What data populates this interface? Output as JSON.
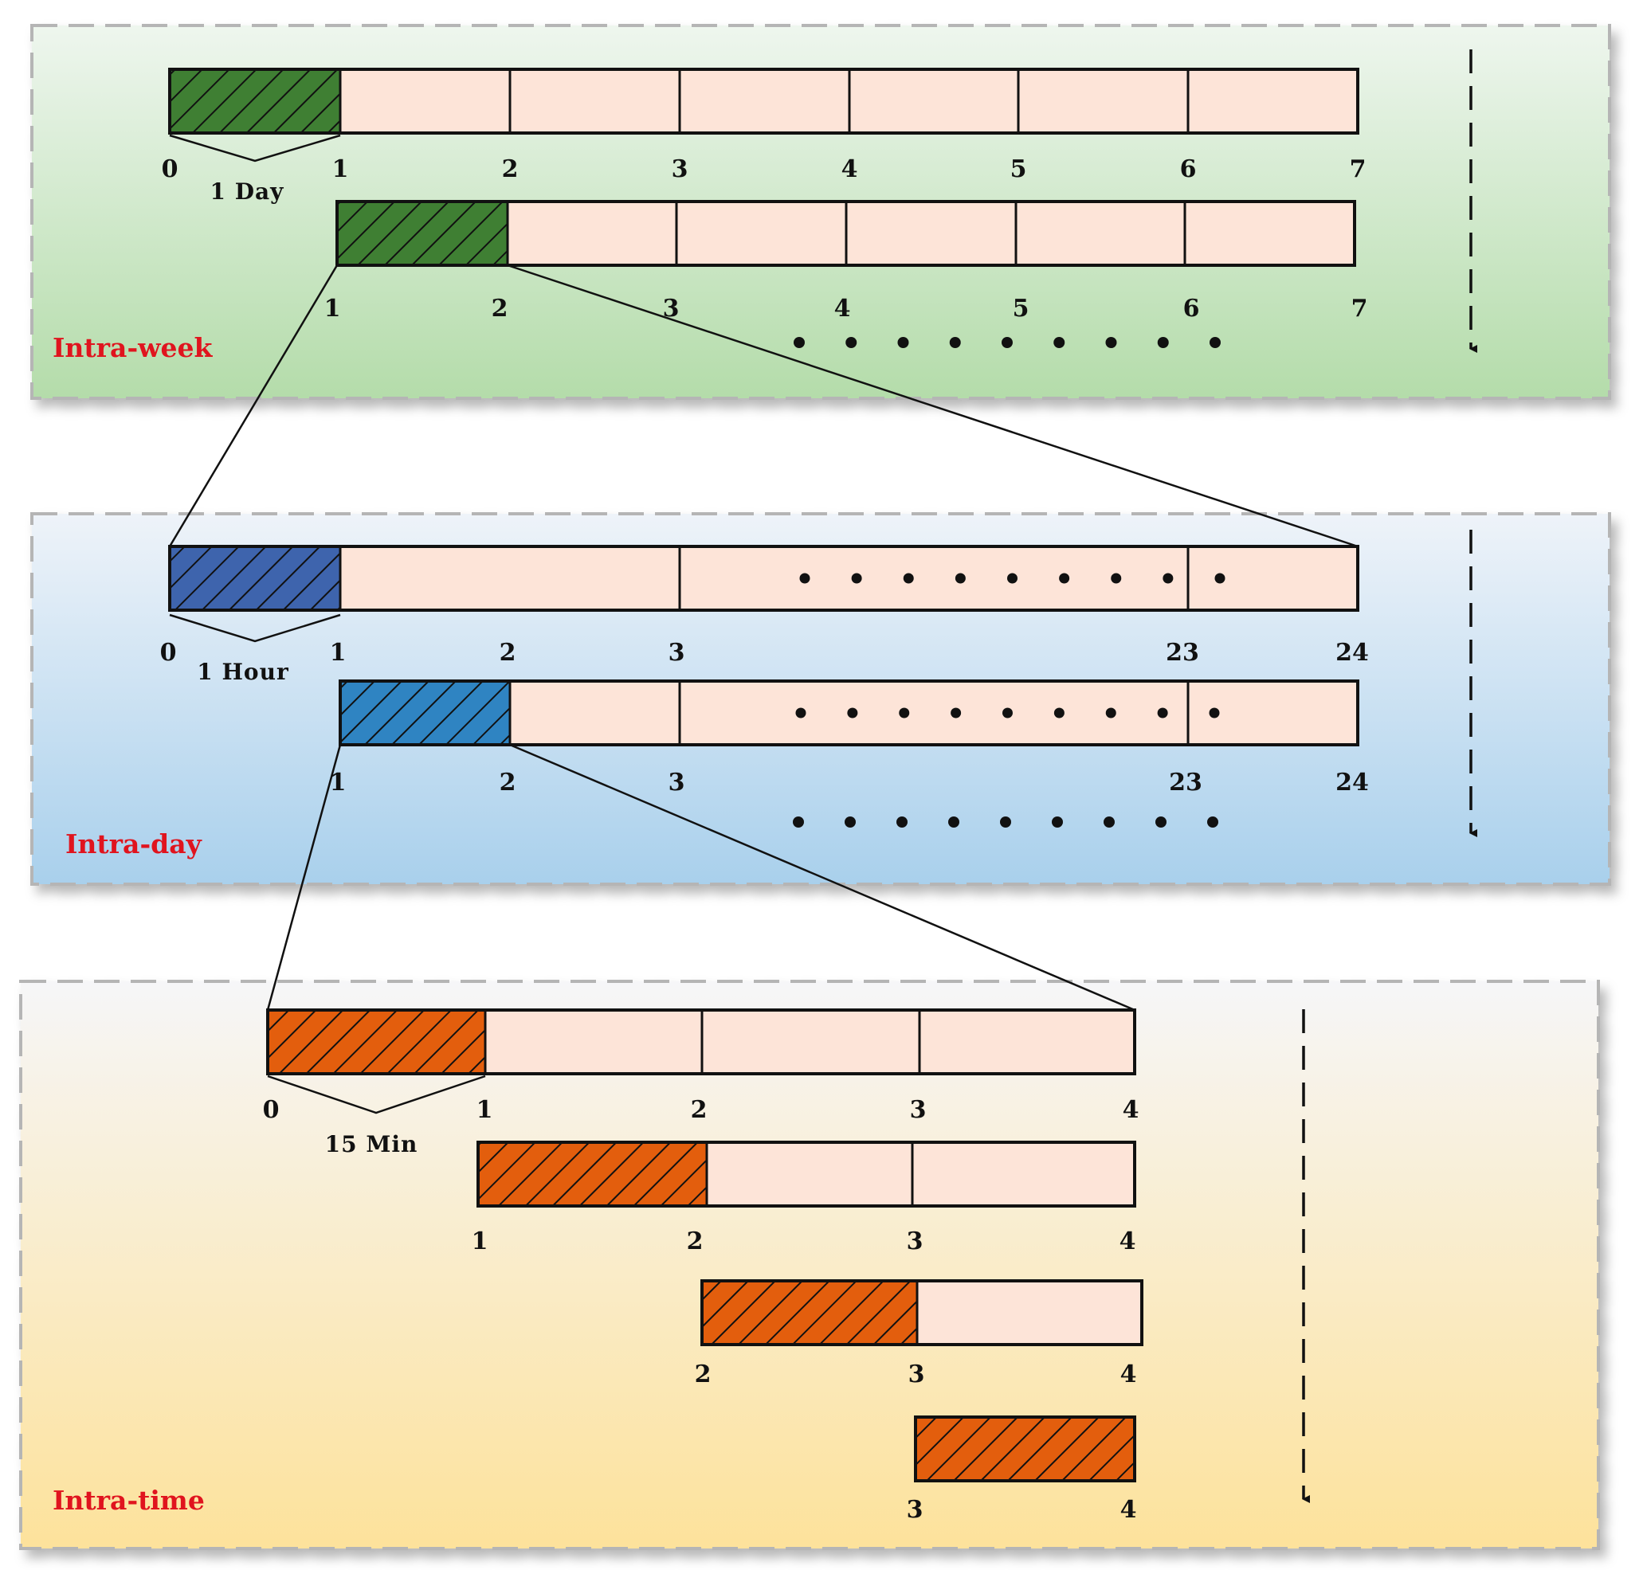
{
  "colors": {
    "cell_fill": "#fde4d8",
    "week_fill": "#3f7f33",
    "day_fill_1": "#3e64ad",
    "day_fill_2": "#2f84c2",
    "time_fill": "#e35e0d",
    "panel_label": "#e0141e"
  },
  "panels": [
    {
      "label": "Intra-week",
      "span_label": "1 Day",
      "bars": [
        {
          "ticks": [
            "0",
            "1",
            "2",
            "3",
            "4",
            "5",
            "6",
            "7"
          ]
        },
        {
          "ticks": [
            "1",
            "2",
            "3",
            "4",
            "5",
            "6",
            "7"
          ]
        }
      ],
      "ellipsis": "• • • • • • • • •"
    },
    {
      "label": "Intra-day",
      "span_label": "1 Hour",
      "bars": [
        {
          "ticks": [
            "0",
            "1",
            "2",
            "3",
            "23",
            "24"
          ]
        },
        {
          "ticks": [
            "1",
            "2",
            "3",
            "23",
            "24"
          ]
        }
      ],
      "ellipsis": "• • • • • • • • •"
    },
    {
      "label": "Intra-time",
      "span_label": "15 Min",
      "bars": [
        {
          "ticks": [
            "0",
            "1",
            "2",
            "3",
            "4"
          ]
        },
        {
          "ticks": [
            "1",
            "2",
            "3",
            "4"
          ]
        },
        {
          "ticks": [
            "2",
            "3",
            "4"
          ]
        },
        {
          "ticks": [
            "3",
            "4"
          ]
        }
      ]
    }
  ]
}
